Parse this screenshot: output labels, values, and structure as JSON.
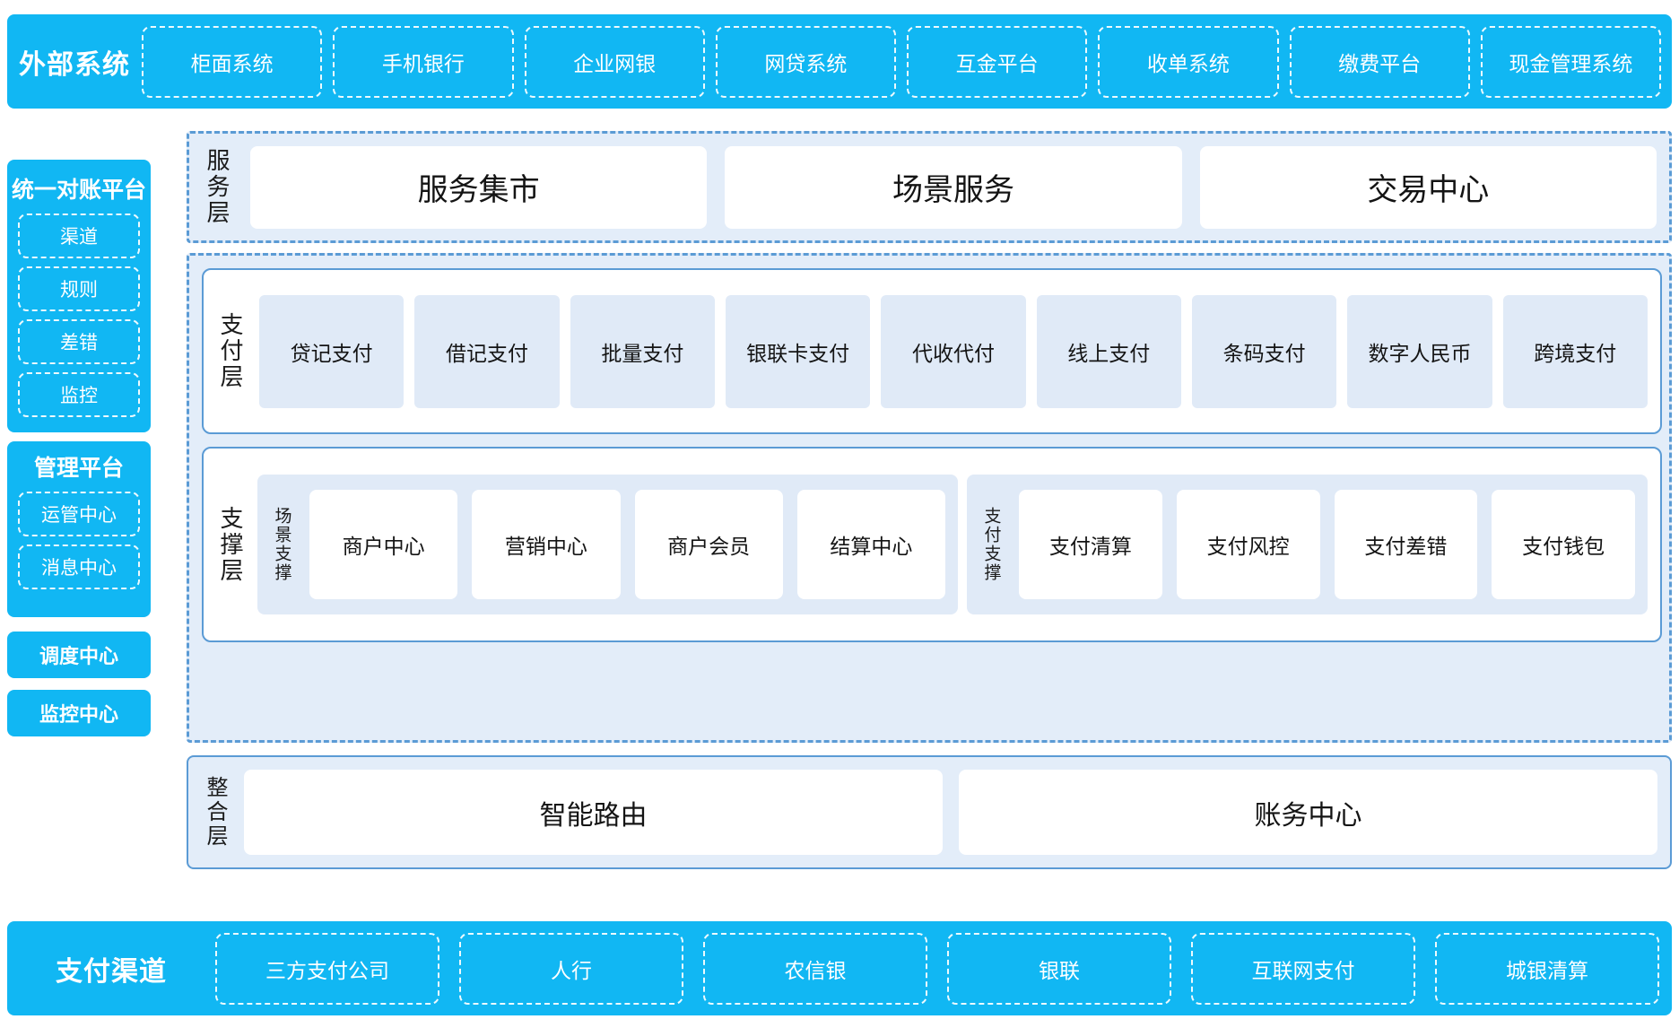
{
  "external_systems": {
    "title": "外部系统",
    "items": [
      "柜面系统",
      "手机银行",
      "企业网银",
      "网贷系统",
      "互金平台",
      "收单系统",
      "缴费平台",
      "现金管理系统"
    ]
  },
  "recon_platform": {
    "title": "统一对账平台",
    "items": [
      "渠道",
      "规则",
      "差错",
      "监控"
    ]
  },
  "mgmt_platform": {
    "title": "管理平台",
    "items": [
      "运管中心",
      "消息中心"
    ]
  },
  "standalone_blocks": [
    "调度中心",
    "监控中心"
  ],
  "service_layer": {
    "label": "服务层",
    "cards": [
      "服务集市",
      "场景服务",
      "交易中心"
    ]
  },
  "payment_layer": {
    "label": "支付层",
    "cards": [
      "贷记支付",
      "借记支付",
      "批量支付",
      "银联卡支付",
      "代收代付",
      "线上支付",
      "条码支付",
      "数字人民币",
      "跨境支付"
    ]
  },
  "support_layer": {
    "label": "支撑层",
    "groups": [
      {
        "label": "场景支撑",
        "cards": [
          "商户中心",
          "营销中心",
          "商户会员",
          "结算中心"
        ]
      },
      {
        "label": "支付支撑",
        "cards": [
          "支付清算",
          "支付风控",
          "支付差错",
          "支付钱包"
        ]
      }
    ]
  },
  "integration_layer": {
    "label": "整合层",
    "cards": [
      "智能路由",
      "账务中心"
    ]
  },
  "payment_channels": {
    "title": "支付渠道",
    "items": [
      "三方支付公司",
      "人行",
      "农信银",
      "银联",
      "互联网支付",
      "城银清算"
    ]
  },
  "colors": {
    "brand_blue": "#11b7f3",
    "panel_blue": "#e3edf9",
    "tile_blue": "#e0eaf7",
    "border_blue": "#5b9bd5",
    "card_white": "#ffffff"
  }
}
